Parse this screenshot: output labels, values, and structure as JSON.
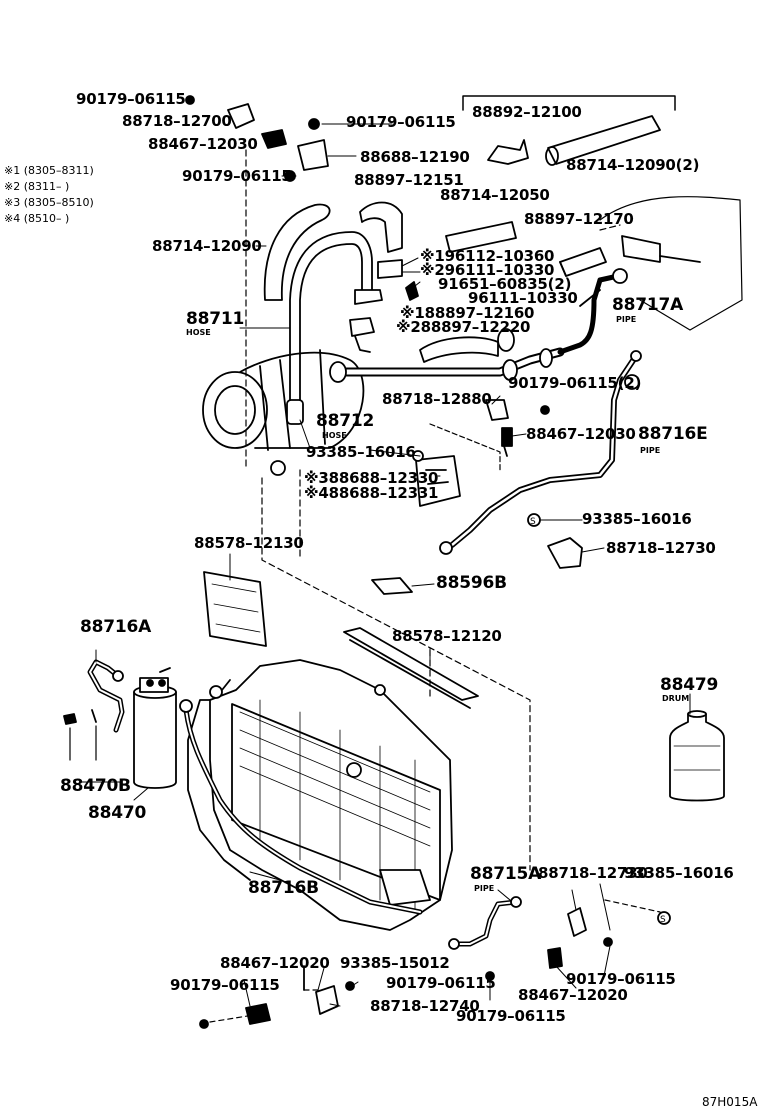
{
  "legend": [
    "※1 (8305–8311)",
    "※2 (8311–      )",
    "※3 (8305–8510)",
    "※4 (8510–      )"
  ],
  "labels": {
    "p1": "90179–06115",
    "p2": "88718–12700",
    "p3": "88467–12030",
    "p4": "90179–06115",
    "p5": "90179–06115",
    "p6": "88892–12100",
    "p7": "88688–12190",
    "p8": "88714–12090(2)",
    "p9": "88897–12151",
    "p10": "88714–12050",
    "p11": "88897–12170",
    "p12": "88714–12090",
    "p13": "※196112–10360",
    "p14": "※296111–10330",
    "p15": "91651–60835(2)",
    "p16": "96111–10330",
    "p17": "88717A",
    "p18": "88711",
    "p19": "※188897–12160",
    "p20": "※288897–12220",
    "p21": "90179–06115(2)",
    "p22": "88718–12880",
    "p23": "88712",
    "p24": "88467–12030",
    "p25": "88716E",
    "p26": "93385–16016",
    "p27": "※388688–12330",
    "p28": "※488688–12331",
    "p29": "93385–16016",
    "p30": "88718–12730",
    "p31": "88578–12130",
    "p32": "88596B",
    "p33": "88578–12120",
    "p34": "88716A",
    "p35": "88479",
    "p36": "88470B",
    "p37": "88470",
    "p38": "88716B",
    "p39": "88715A",
    "p40": "88718–12730",
    "p41": "93385–16016",
    "p42": "88467–12020",
    "p43": "93385–15012",
    "p44": "90179–06115",
    "p45": "90179–06115",
    "p46": "88718–12740",
    "p47": "90179–06115",
    "p48": "88467–12020",
    "p49": "90179–06115"
  },
  "sublabels": {
    "hose1": "HOSE",
    "hose2": "HOSE",
    "pipe1": "PIPE",
    "pipe2": "PIPE",
    "pipe3": "PIPE",
    "drum": "DRUM"
  },
  "footer_code": "87H015A"
}
